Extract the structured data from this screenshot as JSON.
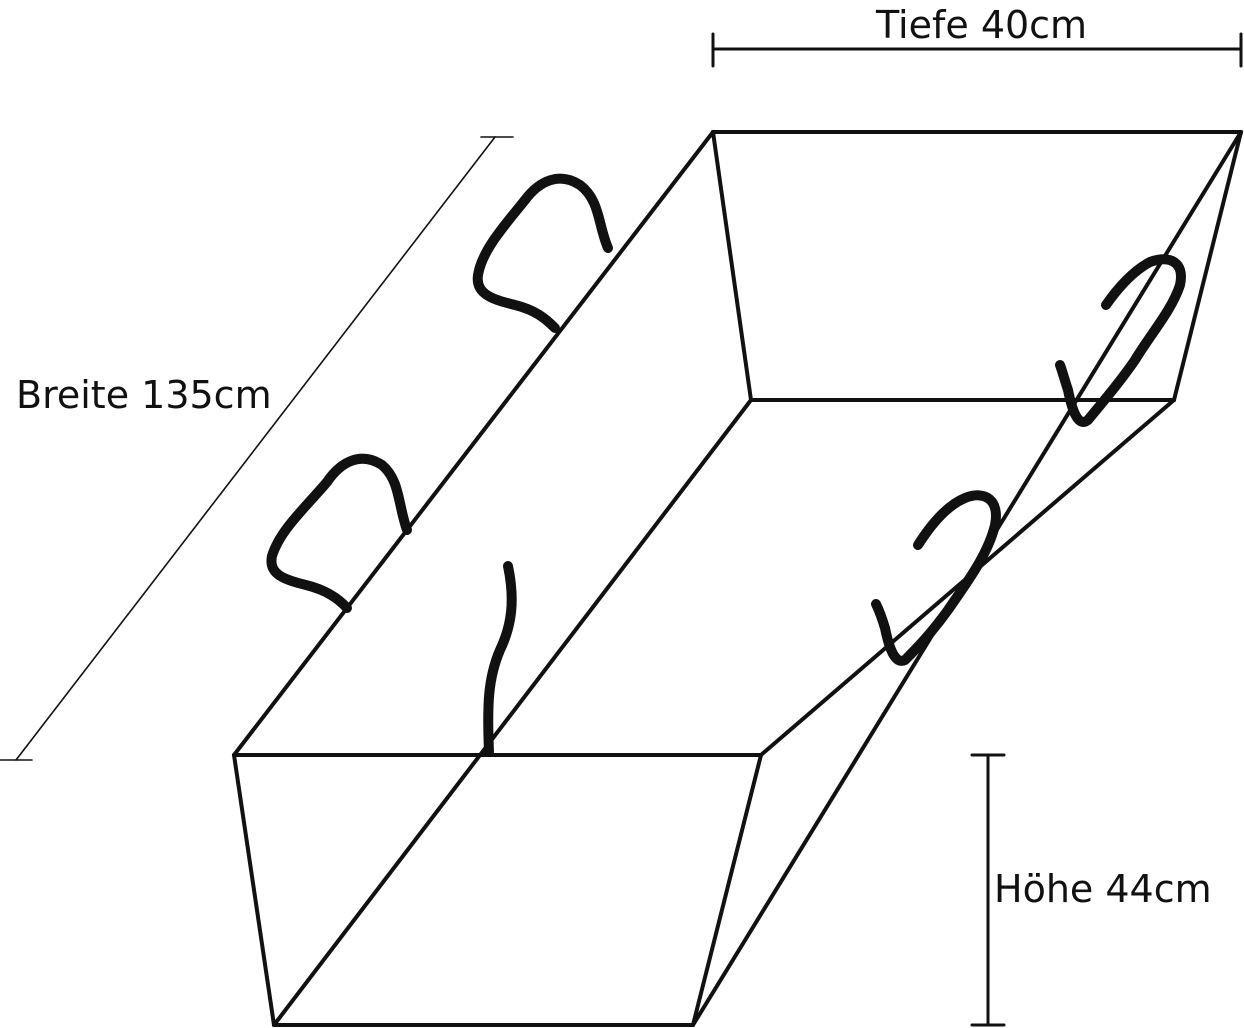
{
  "labels": {
    "depth": "Tiefe 40cm",
    "width": "Breite 135cm",
    "height": "Höhe 44cm"
  },
  "colors": {
    "line": "#111111",
    "background": "#ffffff"
  }
}
